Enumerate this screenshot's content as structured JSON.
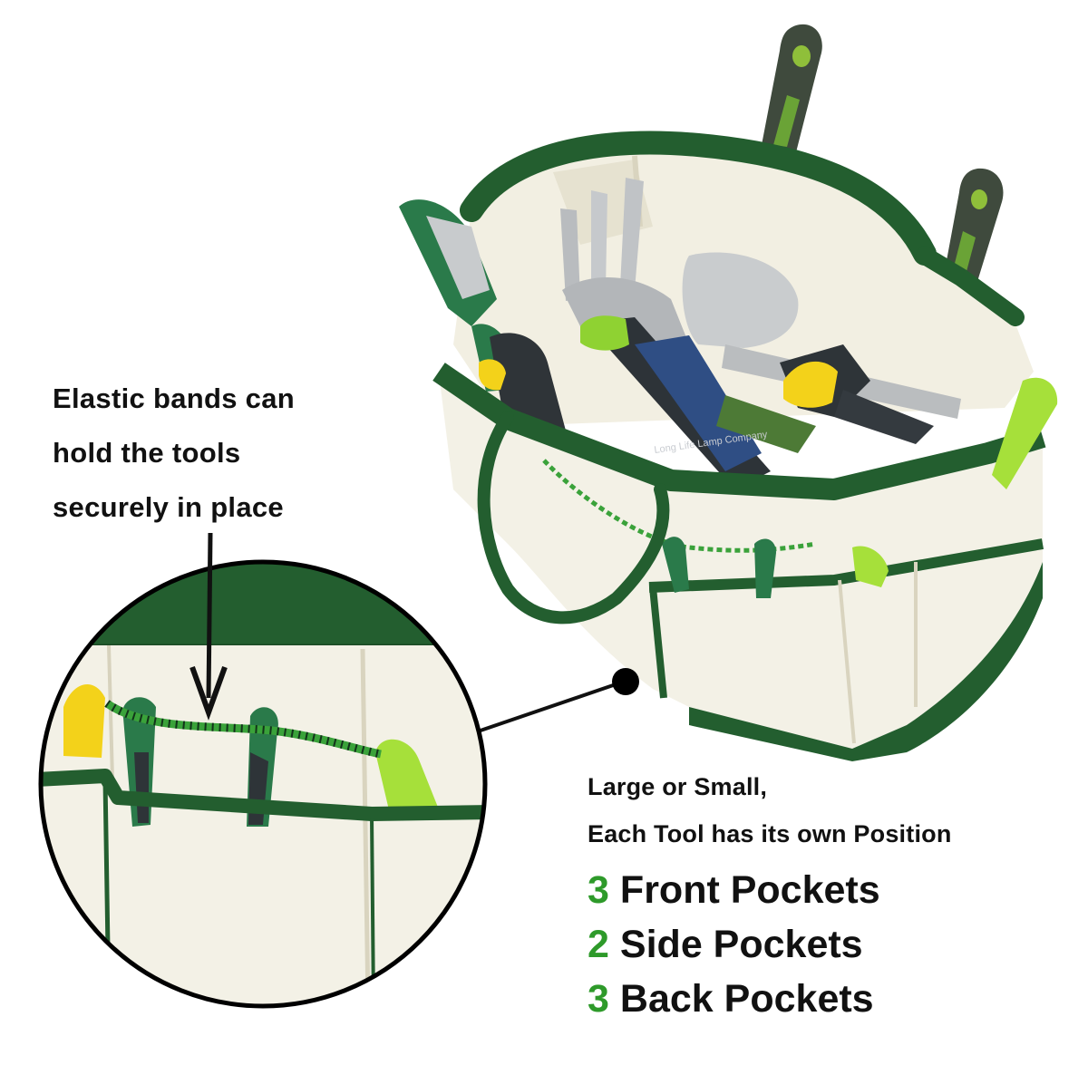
{
  "callout": {
    "lines": [
      "Elastic bands can",
      "hold the tools",
      "securely in place"
    ]
  },
  "features": {
    "subtitle_lines": [
      "Large or Small,",
      "Each Tool has its own Position"
    ],
    "pockets": [
      {
        "count": "3",
        "label": "Front Pockets"
      },
      {
        "count": "2",
        "label": "Side Pockets"
      },
      {
        "count": "3",
        "label": "Back Pockets"
      }
    ]
  },
  "watermark": "Long Life Lamp Company",
  "colors": {
    "bag_green": "#235e2f",
    "canvas": "#f3f1e6",
    "accent_count": "#2e9a2a",
    "lime": "#a6e03a",
    "yellow": "#f3d21a"
  }
}
